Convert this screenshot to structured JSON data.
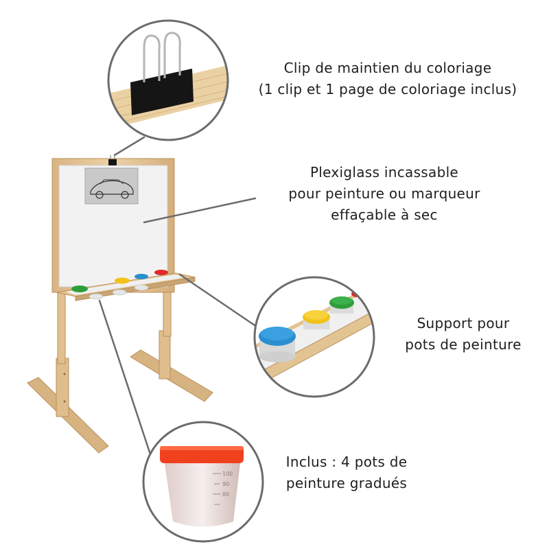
{
  "callouts": {
    "clip": {
      "line1": "Clip de maintien du coloriage",
      "line2": "(1 clip et 1 page de coloriage inclus)"
    },
    "plexiglass": {
      "line1": "Plexiglass incassable",
      "line2": "pour peinture ou marqueur",
      "line3": "effaçable à sec"
    },
    "support": {
      "line1": "Support pour",
      "line2": "pots de peinture"
    },
    "pots": {
      "line1": "Inclus : 4 pots de",
      "line2": "peinture gradués"
    }
  },
  "cup_graduations": [
    "100",
    "90",
    "80"
  ],
  "colors": {
    "wood": "#e3c497",
    "wood_dark": "#c9a574",
    "board": "#f2f2f2",
    "leader_line": "#6b6b6b",
    "lid_green": "#2e9e3a",
    "lid_yellow": "#f2c21b",
    "lid_blue": "#2a8fd0",
    "lid_red": "#e02a2a",
    "cup_lid": "#f0411f",
    "clip_black": "#151515"
  }
}
